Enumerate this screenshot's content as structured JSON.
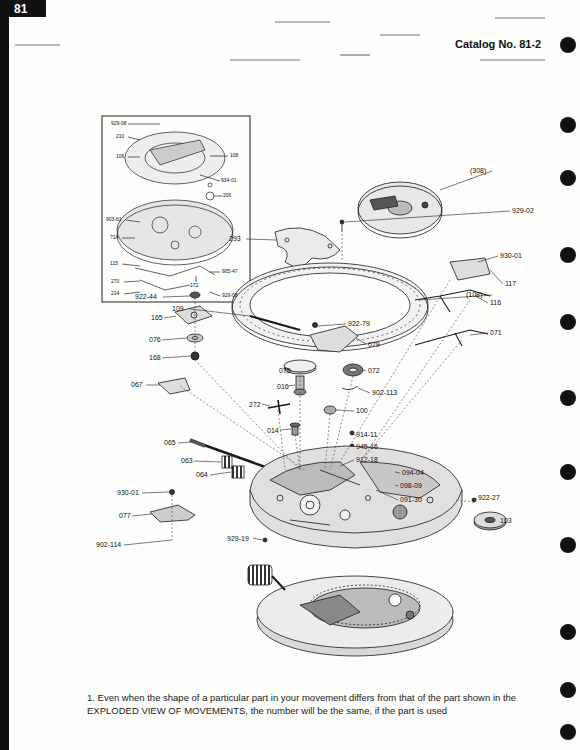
{
  "diagram": {
    "title": "Catalog No. 81-2",
    "labels": [
      "81",
      "(308)",
      "929-02",
      "293",
      "(108)",
      "109",
      "930-01",
      "117",
      "116",
      "071",
      "922-44",
      "165",
      "922-79",
      "079",
      "076",
      "168",
      "075",
      "072",
      "016",
      "902-113",
      "067",
      "272",
      "100",
      "014",
      "914-11",
      "945-16",
      "065",
      "912-18",
      "063",
      "064",
      "094-04",
      "098-09",
      "091-30",
      "930-01",
      "922-27",
      "077",
      "103",
      "902-114",
      "929-19",
      "929-08",
      "210",
      "106",
      "108",
      "934-01",
      "206",
      "903-61",
      "714",
      "115",
      "270",
      "214",
      "172",
      "905-47",
      "929-08",
      "1.  Even when the shape of a particular part in your movement differs from that of the part shown in the EXPLODED VIEW OF MOVEMENTS, the number will be the same, if the part is used"
    ]
  }
}
